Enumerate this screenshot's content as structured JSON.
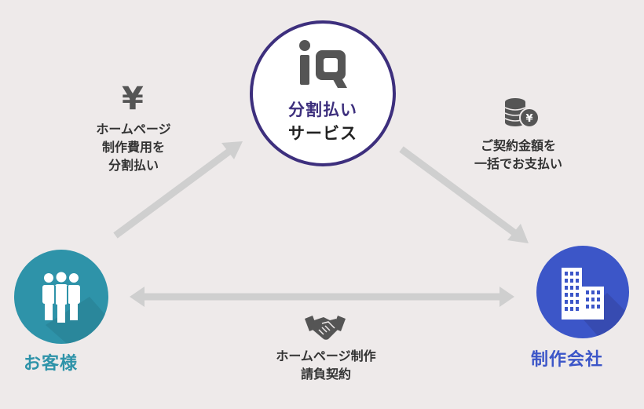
{
  "center": {
    "line1": "分割払い",
    "line2": "サービス"
  },
  "customer": {
    "label": "お客様"
  },
  "company": {
    "label": "制作会社"
  },
  "flows": {
    "installment": {
      "icon": "yen-icon",
      "symbol": "¥",
      "lines": [
        "ホームページ",
        "制作費用を",
        "分割払い"
      ]
    },
    "lump_sum": {
      "icon": "coins-yen-icon",
      "lines": [
        "ご契約金額を",
        "一括でお支払い"
      ]
    },
    "contract": {
      "icon": "handshake-icon",
      "lines": [
        "ホームページ制作",
        "請負契約"
      ]
    }
  },
  "colors": {
    "background": "#eeeaea",
    "arrow": "#cfcfcf",
    "center_border": "#3d2f7d",
    "customer": "#2e93a9",
    "company": "#3c56c8",
    "icon_dark": "#555555"
  }
}
